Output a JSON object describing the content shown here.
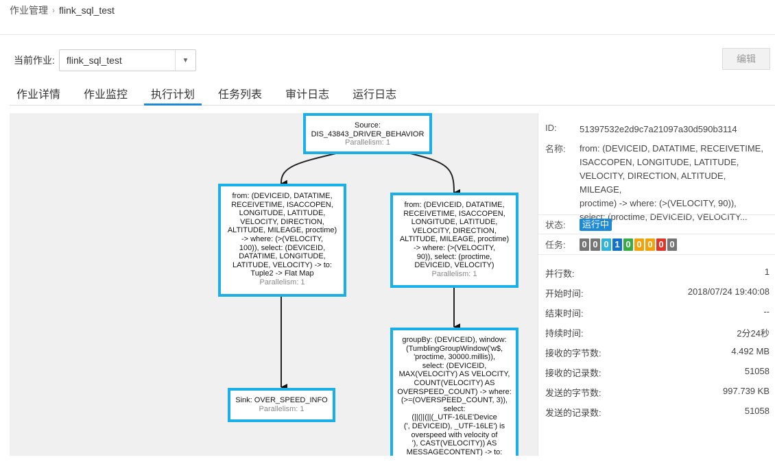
{
  "breadcrumb": {
    "root": "作业管理",
    "separator": "›",
    "current": "flink_sql_test"
  },
  "job": {
    "label": "当前作业:",
    "selected": "flink_sql_test"
  },
  "toolbar": {
    "edit_label": "编辑"
  },
  "tabs": [
    {
      "label": "作业详情"
    },
    {
      "label": "作业监控"
    },
    {
      "label": "执行计划",
      "active": true
    },
    {
      "label": "任务列表"
    },
    {
      "label": "审计日志"
    },
    {
      "label": "运行日志"
    }
  ],
  "graph": {
    "source": {
      "lines": [
        "Source:",
        "DIS_43843_DRIVER_BEHAVIOR"
      ],
      "parallelism": "Parallelism: 1"
    },
    "op_left": {
      "lines": [
        "from: (DEVICEID, DATATIME,",
        "RECEIVETIME, ISACCOPEN,",
        "LONGITUDE, LATITUDE,",
        "VELOCITY, DIRECTION,",
        "ALTITUDE, MILEAGE, proctime)",
        "-> where: (>(VELOCITY,",
        "100)), select: (DEVICEID,",
        "DATATIME, LONGITUDE,",
        "LATITUDE, VELOCITY) -> to:",
        "Tuple2 -> Flat Map"
      ],
      "parallelism": "Parallelism: 1"
    },
    "op_right": {
      "lines": [
        "from: (DEVICEID, DATATIME,",
        "RECEIVETIME, ISACCOPEN,",
        "LONGITUDE, LATITUDE,",
        "VELOCITY, DIRECTION,",
        "ALTITUDE, MILEAGE, proctime)",
        "-> where: (>(VELOCITY,",
        "90)), select: (proctime,",
        "DEVICEID, VELOCITY)"
      ],
      "parallelism": "Parallelism: 1"
    },
    "sink": {
      "lines": [
        "Sink: OVER_SPEED_INFO"
      ],
      "parallelism": "Parallelism: 1"
    },
    "groupby": {
      "lines": [
        "groupBy: (DEVICEID), window:",
        "(TumblingGroupWindow('w$,",
        "'proctime, 30000.millis)),",
        "select: (DEVICEID,",
        "MAX(VELOCITY) AS VELOCITY,",
        "COUNT(VELOCITY) AS",
        "OVERSPEED_COUNT) -> where:",
        "(>=(OVERSPEED_COUNT, 3)),",
        "select:",
        "(||(||(||(_UTF-16LE'Device",
        "(', DEVICEID), _UTF-16LE') is",
        "overspeed with velocity of",
        "'), CAST(VELOCITY)) AS",
        "MESSAGECONTENT) -> to:"
      ]
    }
  },
  "details": {
    "id_label": "ID:",
    "id_value": "51397532e2d9c7a21097a30d590b3114",
    "name_label": "名称:",
    "name_lines": [
      "from: (DEVICEID, DATATIME, RECEIVETIME,",
      "ISACCOPEN, LONGITUDE, LATITUDE,",
      "VELOCITY, DIRECTION, ALTITUDE, MILEAGE,",
      "proctime) -> where: (>(VELOCITY, 90)),",
      "select: (proctime, DEVICEID, VELOCITY..."
    ],
    "status_label": "状态:",
    "status_value": "运行中",
    "tasks_label": "任务:",
    "tasks": [
      {
        "value": "0",
        "color": "#757575"
      },
      {
        "value": "0",
        "color": "#757575"
      },
      {
        "value": "0",
        "color": "#2fb3d8"
      },
      {
        "value": "1",
        "color": "#1470c8"
      },
      {
        "value": "0",
        "color": "#3aaa48"
      },
      {
        "value": "0",
        "color": "#f2a20c"
      },
      {
        "value": "0",
        "color": "#f2a20c"
      },
      {
        "value": "0",
        "color": "#e0352b"
      },
      {
        "value": "0",
        "color": "#757575"
      }
    ],
    "stats": [
      {
        "label": "并行数:",
        "value": "1"
      },
      {
        "label": "开始时间:",
        "value": "2018/07/24 19:40:08"
      },
      {
        "label": "结束时间:",
        "value": "--"
      },
      {
        "label": "持续时间:",
        "value": "2分24秒"
      },
      {
        "label": "接收的字节数:",
        "value": "4.492 MB"
      },
      {
        "label": "接收的记录数:",
        "value": "51058"
      },
      {
        "label": "发送的字节数:",
        "value": "997.739 KB"
      },
      {
        "label": "发送的记录数:",
        "value": "51058"
      }
    ]
  },
  "colors": {
    "node_border": "#1aafe6",
    "tab_active": "#1e8ad6",
    "status_badge": "#1e8ad6",
    "canvas_bg": "#f0f0f0"
  }
}
